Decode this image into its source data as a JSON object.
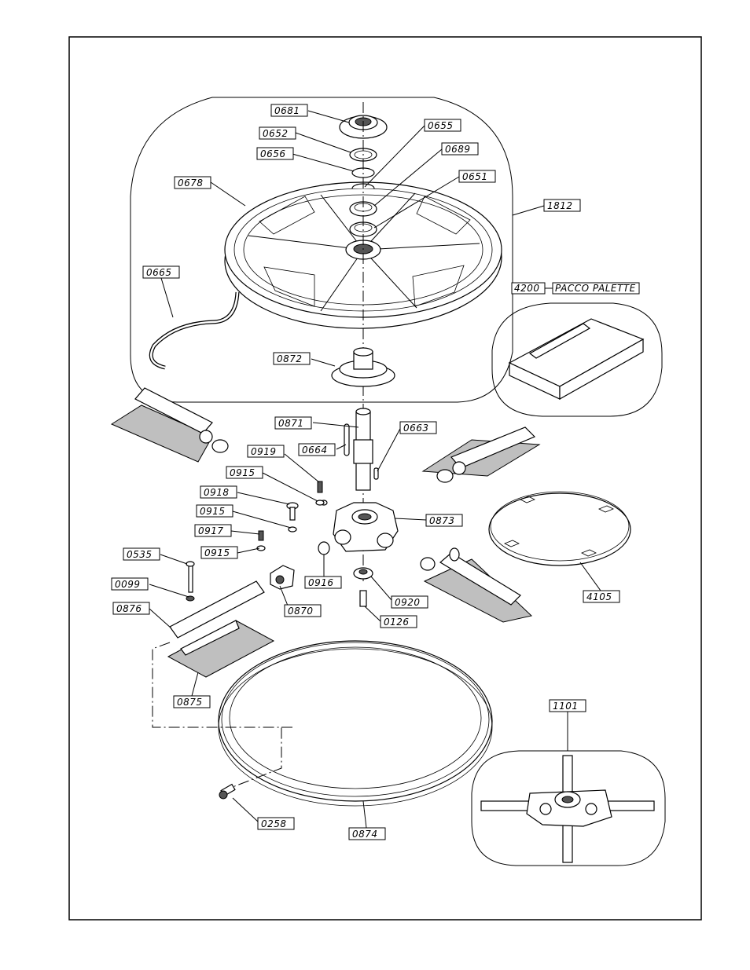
{
  "labels": {
    "l0681": "0681",
    "l0652": "0652",
    "l0655": "0655",
    "l0656": "0656",
    "l0689": "0689",
    "l0678": "0678",
    "l0651": "0651",
    "l1812": "1812",
    "l0665": "0665",
    "l4200": "4200",
    "lpacco": "PACCO PALETTE",
    "l0872": "0872",
    "l0871": "0871",
    "l0663": "0663",
    "l0664": "0664",
    "l0919": "0919",
    "l0915a": "0915",
    "l0918": "0918",
    "l0915b": "0915",
    "l0917": "0917",
    "l0915c": "0915",
    "l0873": "0873",
    "l0535": "0535",
    "l0916": "0916",
    "l0099": "0099",
    "l0920": "0920",
    "l0870": "0870",
    "l0876": "0876",
    "l0126": "0126",
    "l4105": "4105",
    "l0875": "0875",
    "l1101": "1101",
    "l0258": "0258",
    "l0874": "0874"
  }
}
